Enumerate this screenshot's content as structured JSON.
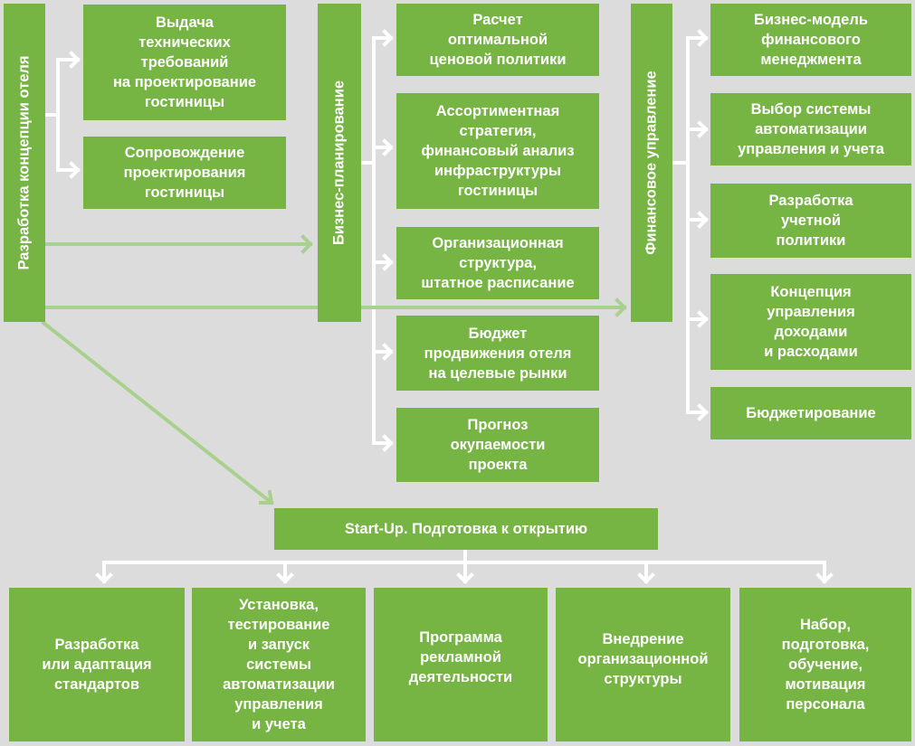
{
  "colors": {
    "background": "#dcdcdc",
    "box": "#76b443",
    "text": "#ffffff",
    "connector": "#ffffff",
    "arrow_light": "#a9d18e"
  },
  "columns": {
    "concept": {
      "title": "Разработка концепции отеля",
      "items": [
        "Выдача\nтехнических\nтребований\nна проектирование\nгостиницы",
        "Сопровождение\nпроектирования\nгостиницы"
      ]
    },
    "business": {
      "title": "Бизнес-планирование",
      "items": [
        "Расчет\nоптимальной\nценовой политики",
        "Ассортиментная\nстратегия,\nфинансовый анализ\nинфраструктуры\nгостиницы",
        "Организационная\nструктура,\nштатное расписание",
        "Бюджет\nпродвижения отеля\nна целевые рынки",
        "Прогноз\nокупаемости\nпроекта"
      ]
    },
    "finance": {
      "title": "Финансовое управление",
      "items": [
        "Бизнес-модель\nфинансового\nменеджмента",
        "Выбор системы\nавтоматизации\nуправления и учета",
        "Разработка\nучетной\nполитики",
        "Концепция\nуправления\nдоходами\nи расходами",
        "Бюджетирование"
      ]
    }
  },
  "startup": {
    "title": "Start-Up. Подготовка к открытию",
    "items": [
      "Разработка\nили адаптация\nстандартов",
      "Установка,\nтестирование\nи запуск\nсистемы\nавтоматизации\nуправления\nи учета",
      "Программа\nрекламной\nдеятельности",
      "Внедрение\nорганизационной\nструктуры",
      "Набор,\nподготовка,\nобучение,\nмотивация\nперсонала"
    ]
  }
}
